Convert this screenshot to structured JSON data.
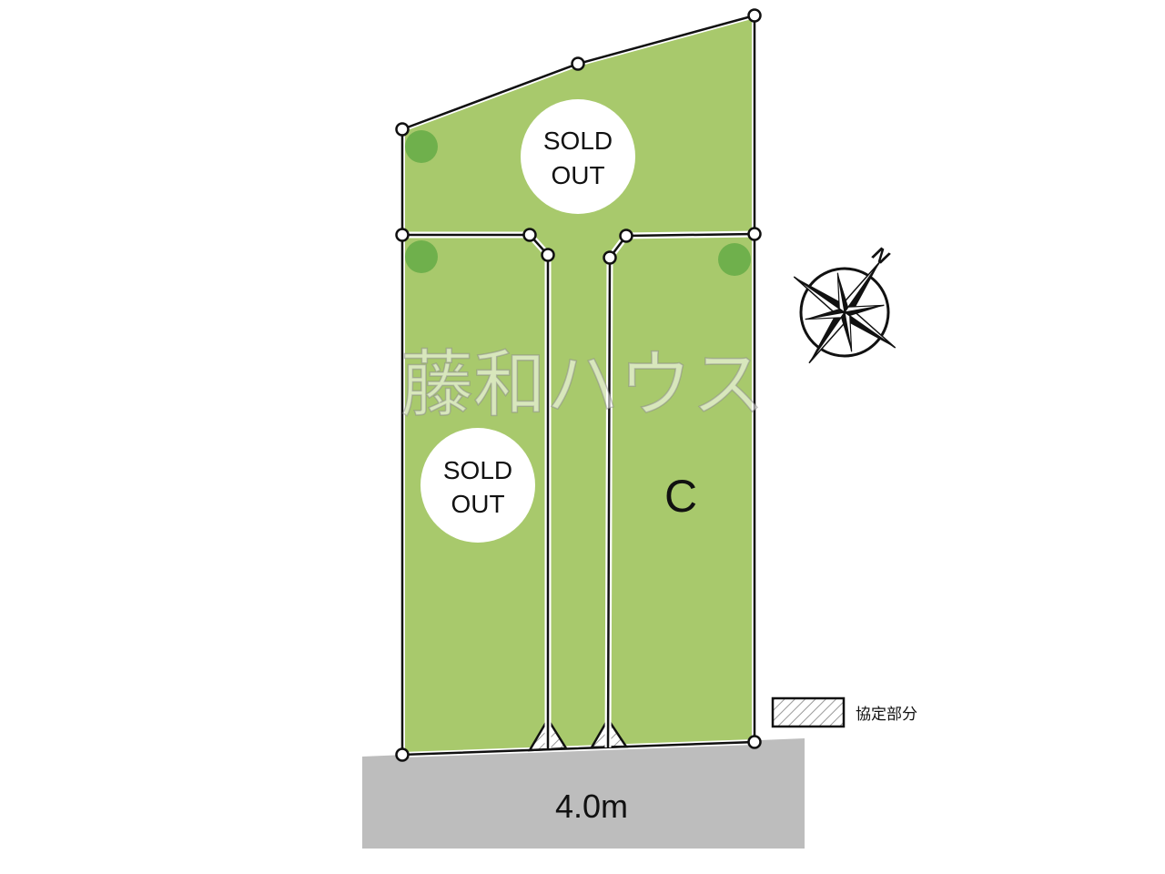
{
  "lots": [
    {
      "id": "top",
      "status": [
        "SOLD",
        "OUT"
      ]
    },
    {
      "id": "left",
      "status": [
        "SOLD",
        "OUT"
      ]
    },
    {
      "id": "right",
      "label": "C"
    }
  ],
  "road": {
    "width_label": "4.0m"
  },
  "legend": {
    "hatched_label": "協定部分"
  },
  "compass": {
    "north_label": "N"
  },
  "watermark": "藤和ハウス",
  "colors": {
    "lot": "#a8c96c",
    "road": "#bdbdbd",
    "tree": "#6fb04c"
  }
}
